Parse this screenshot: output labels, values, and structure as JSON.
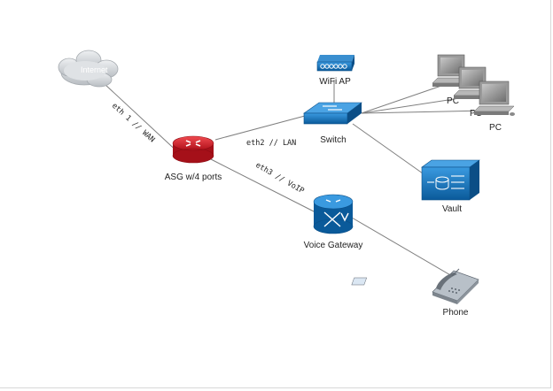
{
  "diagram": {
    "colors": {
      "link": "#7f7f7f",
      "router_red": "#e0202a",
      "cisco_blue": "#1a78c2",
      "cloud": "#c9cdd1",
      "pc_grey": "#8a8a8a"
    },
    "nodes": {
      "internet": {
        "label": "Internet",
        "icon": "cloud-icon"
      },
      "asg": {
        "label": "ASG w/4 ports",
        "icon": "router-icon"
      },
      "wifi": {
        "label": "WiFi AP",
        "icon": "wireless-ap-icon"
      },
      "switch": {
        "label": "Switch",
        "icon": "switch-icon"
      },
      "pc1": {
        "label": "PC",
        "icon": "pc-icon"
      },
      "pc2": {
        "label": "PC",
        "icon": "pc-icon"
      },
      "pc3": {
        "label": "PC",
        "icon": "pc-icon"
      },
      "vault": {
        "label": "Vault",
        "icon": "storage-server-icon"
      },
      "voice": {
        "label": "Voice Gateway",
        "icon": "voice-gateway-icon"
      },
      "phone": {
        "label": "Phone",
        "icon": "ip-phone-icon"
      }
    },
    "links": {
      "wan": "eth 1 // WAN",
      "lan": "eth2 // LAN",
      "voip": "eth3 // VoIP"
    }
  }
}
